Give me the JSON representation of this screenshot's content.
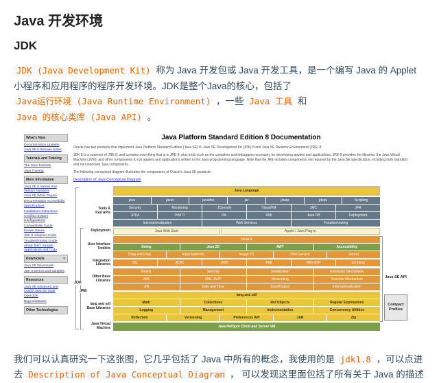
{
  "theme": {
    "code_color": "#e96900",
    "link_color": "#2733cc"
  },
  "page": {
    "title": "Java 开发环境",
    "section": "JDK",
    "para1": [
      {
        "t": "JDK (Java Development Kit)",
        "code": true
      },
      {
        "t": " 称为 Java 开发包或 Java 开发工具，是一个编写 Java 的 Applet 小程序和应用程序的程序开发环境。JDK是整个Java的核心，包括了 "
      },
      {
        "t": "Java运行环境 (Java Runtime Environment)",
        "code": true
      },
      {
        "t": " ，一些 "
      },
      {
        "t": "Java 工具",
        "code": true
      },
      {
        "t": " 和 "
      },
      {
        "t": "Java 的核心类库 (Java API)",
        "code": true
      },
      {
        "t": " 。"
      }
    ],
    "para2": [
      {
        "t": "我们可以认真研究一下这张图，它几乎包括了 Java 中所有的概念，我使用的是 "
      },
      {
        "t": "jdk1.8",
        "code": true
      },
      {
        "t": " ，可以点进去 "
      },
      {
        "t": "Description of Java Conceptual Diagram",
        "code": true,
        "link": true
      },
      {
        "t": " ， 可以发现这里面包括了所有关于 Java 的描述"
      }
    ]
  },
  "doc": {
    "title": "Java Platform Standard Edition 8 Documentation",
    "paragraphs": [
      "Oracle has two products that implement Java Platform Standard Edition (Java SE) 8: Java SE Development Kit (JDK) 8 and Java SE Runtime Environment (JRE) 8.",
      "JDK 8 is a superset of JRE 8, and contains everything that is in JRE 8, plus tools such as the compilers and debuggers necessary for developing applets and applications. JRE 8 provides the libraries, the Java Virtual Machine (JVM), and other components to run applets and applications written in the Java programming language. Note that the JRE includes components not required by the Java SE specification, including both standard and non-standard Java components.",
      "The following conceptual diagram illustrates the components of Oracle's Java SE products:"
    ],
    "diagram_link": "Description of Java Conceptual Diagram",
    "sidebar": [
      {
        "header": "What's New",
        "links": [
          "Documentation Updates",
          "Java SE 8 Release Notes"
        ]
      },
      {
        "header": "Tutorials and Training",
        "links": [
          "The Java Tutorials",
          "Java Training"
        ]
      },
      {
        "header": "More Information",
        "links": [
          "Java SE 8 Names and Version Numbers",
          "Java SE White Papers",
          "Documentation Accessibility",
          "Specifications",
          "Installation Instructions",
          "Certified System Configurations",
          "Compatibility Guide",
          "Known Issues",
          "JDK 8 Adoption Guide",
          "Troubleshooting Guide",
          "About Test / Sample Applications and Code"
        ]
      },
      {
        "header": "Downloads",
        "icon": "download-arrow",
        "links": [
          "Java SE Downloads",
          "JDK 8 Demos and Samples"
        ]
      },
      {
        "header": "Resources",
        "links": [
          "Java SE Advanced and Oracle Java SE Suite",
          "OpenJDK",
          "Bugs Database"
        ]
      },
      {
        "header": "Other Technologies",
        "links": []
      }
    ]
  },
  "diagram": {
    "side_labels": {
      "jdk": "JDK",
      "jre": "JRE",
      "api": "Java SE API",
      "compact": "Compact Profiles"
    },
    "sections": [
      {
        "label": "",
        "rows": [
          {
            "color": "gold",
            "wrap": "tan",
            "cells": [
              "Java Language"
            ]
          }
        ]
      },
      {
        "label": "Tools &\nTool APIs",
        "rows": [
          {
            "color": "slate",
            "cells": [
              "java",
              "javac",
              "javadoc",
              "jar",
              "javap",
              "jdeps",
              "Scripting"
            ]
          },
          {
            "color": "slate",
            "cells": [
              "Security",
              "Monitoring",
              "JConsole",
              "VisualVM",
              "JMC",
              "JFR"
            ]
          },
          {
            "color": "slate",
            "cells": [
              "JPDA",
              "JVM TI",
              "IDL",
              "RMI",
              "Java DB",
              "Deployment"
            ]
          },
          {
            "color": "slate",
            "cells": [
              "Internationalization",
              "Web Services",
              "Troubleshooting"
            ]
          }
        ]
      },
      {
        "label": "Deployment",
        "rows": [
          {
            "color": "cream",
            "cells": [
              {
                "t": "Java Web Start",
                "flex": 1
              },
              {
                "t": "Applet / Java Plug-in",
                "flex": 1.5
              }
            ]
          }
        ]
      },
      {
        "label": "User Interface\nToolkits",
        "rows": [
          {
            "color": "orange",
            "cells": [
              "JavaFX"
            ]
          },
          {
            "color": "green",
            "cells": [
              "Swing",
              "Java 2D",
              "AWT",
              "Accessibility"
            ]
          },
          {
            "color": "orange",
            "cells": [
              "Drag and Drop",
              "Input Methods",
              "Image I/O",
              "Print Service",
              "Sound"
            ]
          }
        ]
      },
      {
        "label": "Integration\nLibraries",
        "rows": [
          {
            "color": "orange",
            "cells": [
              "IDL",
              "JDBC",
              "JNDI",
              "RMI",
              "RMI-IIOP",
              "Scripting"
            ]
          }
        ]
      },
      {
        "label": "Other Base\nLibraries",
        "rows": [
          {
            "color": "orange",
            "cells": [
              "Beans",
              "Security",
              "Serialization",
              "Extension Mechanism"
            ]
          },
          {
            "color": "orange",
            "cells": [
              "JMX",
              "XML JAXP",
              "Networking",
              "Override Mechanism"
            ]
          },
          {
            "color": "orange",
            "cells": [
              "JNI",
              "Date and Time",
              "Input/Output",
              "Internationalization"
            ]
          }
        ]
      },
      {
        "label": "lang and util\nBase Libraries",
        "rows": [
          {
            "color": "gold",
            "cells": [
              "lang and util"
            ]
          },
          {
            "color": "gold",
            "cells": [
              "Math",
              "Collections",
              "Ref Objects",
              "Regular Expressions"
            ]
          },
          {
            "color": "gold",
            "cells": [
              "Logging",
              "Management",
              "Instrumentation",
              "Concurrency Utilities"
            ]
          },
          {
            "color": "gold",
            "cells": [
              "Reflection",
              "Versioning",
              "Preferences API",
              "JAR",
              "Zip"
            ]
          }
        ]
      },
      {
        "label": "Java Virtual Machine",
        "rows": [
          {
            "color": "green",
            "h": 12,
            "cells": [
              "Java HotSpot Client and Server VM"
            ]
          }
        ]
      }
    ]
  }
}
